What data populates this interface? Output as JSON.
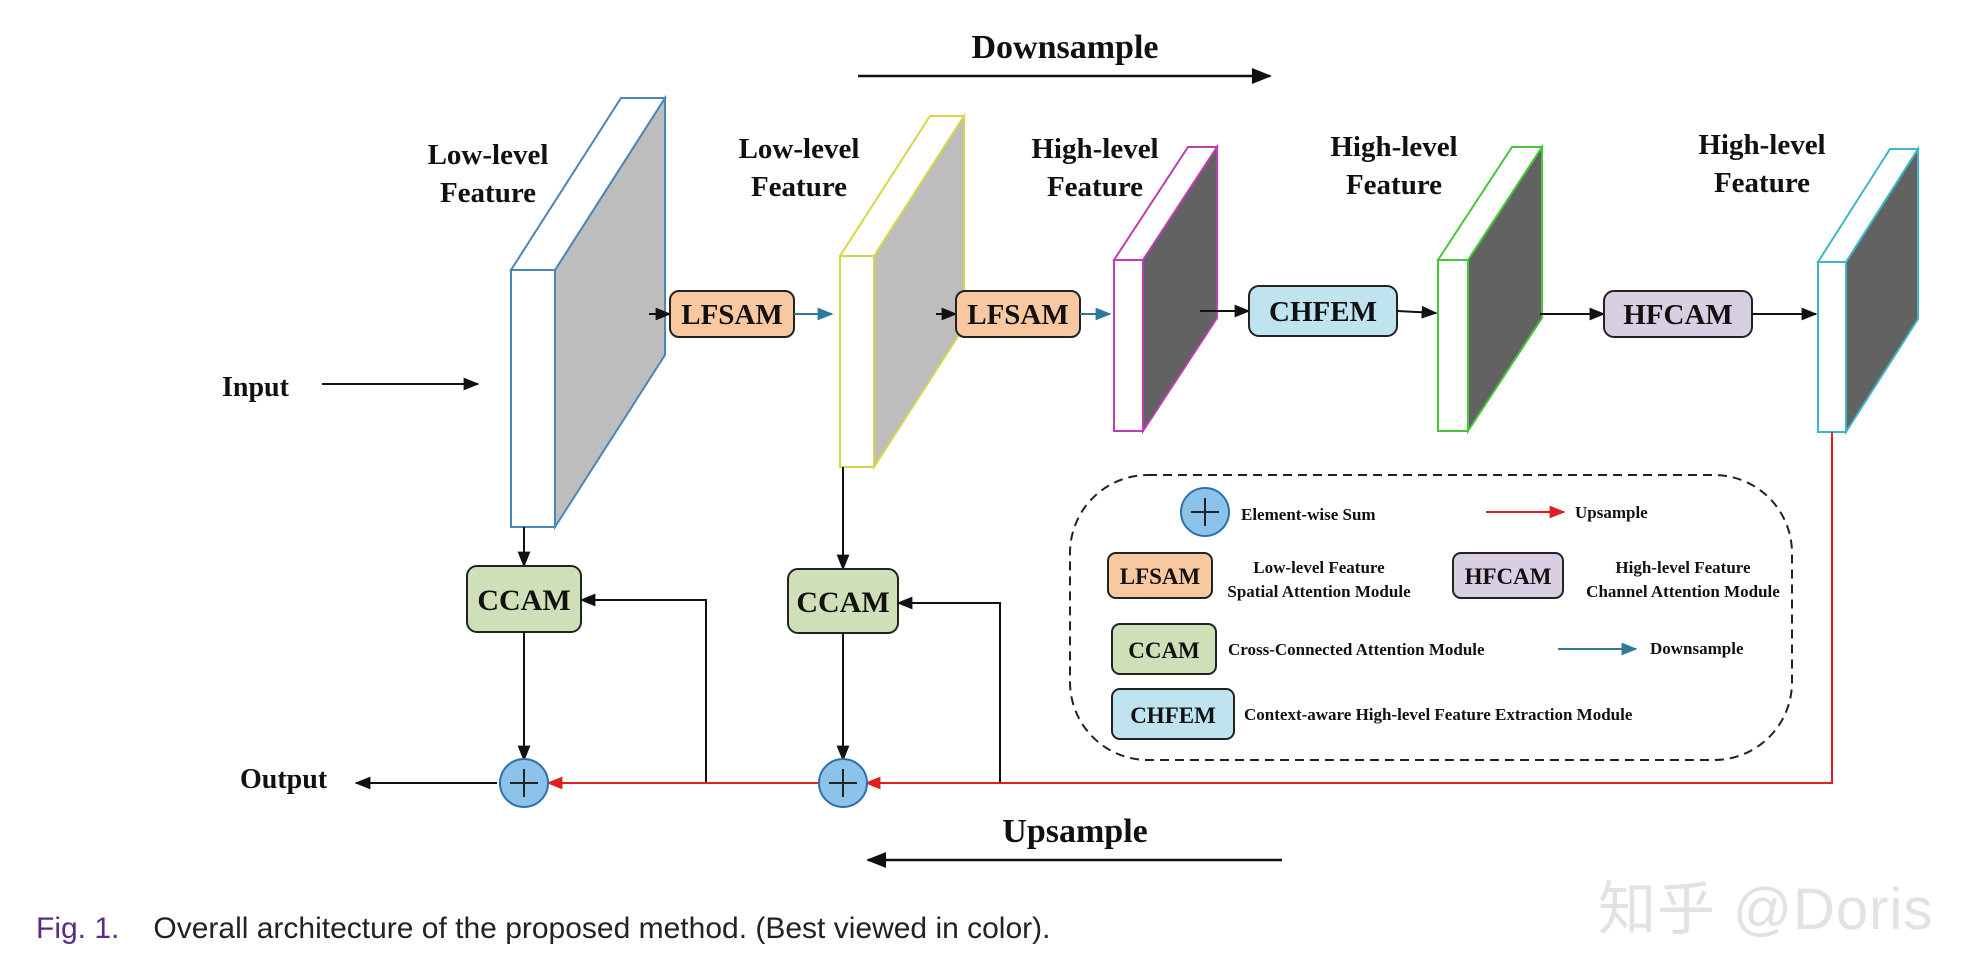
{
  "figure": {
    "number_label": "Fig. 1.",
    "caption": "Overall architecture of the proposed method. (Best viewed in color)."
  },
  "watermark": "知乎 @Doris",
  "directions": {
    "downsample": "Downsample",
    "upsample": "Upsample"
  },
  "io": {
    "input": "Input",
    "output": "Output"
  },
  "features": [
    {
      "line1": "Low-level",
      "line2": "Feature",
      "color": "#4a86b8"
    },
    {
      "line1": "Low-level",
      "line2": "Feature",
      "color": "#d6d64a"
    },
    {
      "line1": "High-level",
      "line2": "Feature",
      "color": "#c13cb0"
    },
    {
      "line1": "High-level",
      "line2": "Feature",
      "color": "#48c63a"
    },
    {
      "line1": "High-level",
      "line2": "Feature",
      "color": "#3fb6c4"
    }
  ],
  "modules": {
    "lfsam_1": "LFSAM",
    "lfsam_2": "LFSAM",
    "chfem": "CHFEM",
    "hfcam": "HFCAM",
    "ccam_1": "CCAM",
    "ccam_2": "CCAM"
  },
  "legend": {
    "sum": "Element-wise Sum",
    "upsample": "Upsample",
    "lfsam_box": "LFSAM",
    "lfsam_line1": "Low-level Feature",
    "lfsam_line2": "Spatial Attention Module",
    "hfcam_box": "HFCAM",
    "hfcam_line1": "High-level Feature",
    "hfcam_line2": "Channel Attention Module",
    "ccam_box": "CCAM",
    "ccam_text": "Cross-Connected Attention Module",
    "downsample": "Downsample",
    "chfem_box": "CHFEM",
    "chfem_text": "Context-aware High-level Feature Extraction Module"
  },
  "colors": {
    "lfsam_fill": "#f8c9a0",
    "chfem_fill": "#bfe4f0",
    "hfcam_fill": "#d8cfe3",
    "ccam_fill": "#cfe0b8",
    "sum_fill": "#8cc3ea",
    "upsample_arrow": "#e02020",
    "downsample_arrow": "#2f7a9a",
    "feature_low_side": "#bdbdbd",
    "feature_high_side": "#626262"
  }
}
